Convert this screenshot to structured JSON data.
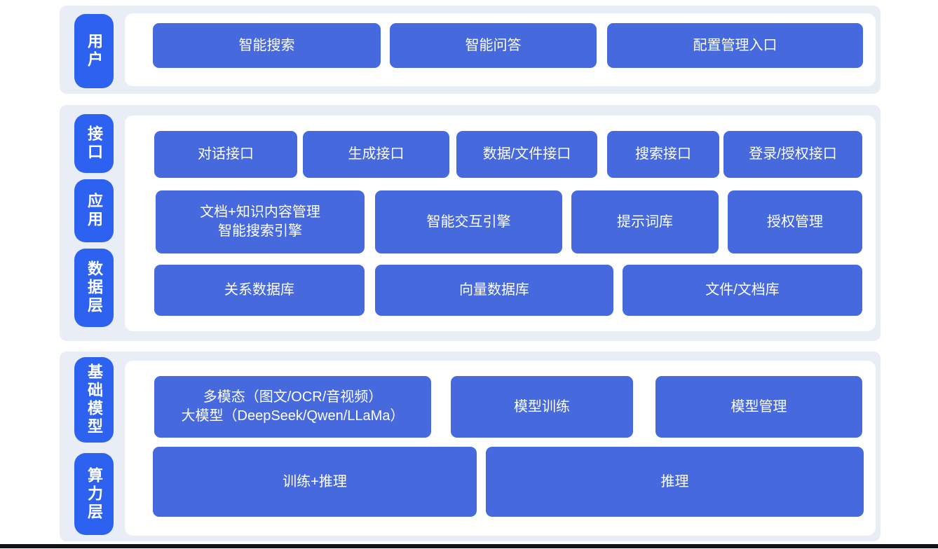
{
  "colors": {
    "band_bg": "#e9eef6",
    "panel_bg": "#ffffff",
    "label_blue": "#2d62f1",
    "box_blue": "#4669de",
    "text_white": "#ffffff",
    "footer_bar": "#0f1115"
  },
  "diagram": {
    "sections": [
      {
        "name": "user-layer",
        "labels": [
          {
            "text": "用户"
          }
        ],
        "rows": [
          [
            {
              "text": "智能搜索"
            },
            {
              "text": "智能问答"
            },
            {
              "text": "配置管理入口"
            }
          ]
        ]
      },
      {
        "name": "interface-application-data-layer",
        "labels": [
          {
            "text": "接口"
          },
          {
            "text": "应用"
          },
          {
            "text": "数据层"
          }
        ],
        "rows": [
          [
            {
              "text": "对话接口"
            },
            {
              "text": "生成接口"
            },
            {
              "text": "数据/文件接口"
            },
            {
              "text": "搜索接口"
            },
            {
              "text": "登录/授权接口"
            }
          ],
          [
            {
              "text": "文档+知识内容管理\n智能搜索引擎"
            },
            {
              "text": "智能交互引擎"
            },
            {
              "text": "提示词库"
            },
            {
              "text": "授权管理"
            }
          ],
          [
            {
              "text": "关系数据库"
            },
            {
              "text": "向量数据库"
            },
            {
              "text": "文件/文档库"
            }
          ]
        ]
      },
      {
        "name": "foundation-model-compute-layer",
        "labels": [
          {
            "text": "基础模型"
          },
          {
            "text": "算力层"
          }
        ],
        "rows": [
          [
            {
              "text": "多模态（图文/OCR/音视频）\n大模型（DeepSeek/Qwen/LLaMa）"
            },
            {
              "text": "模型训练"
            },
            {
              "text": "模型管理"
            }
          ],
          [
            {
              "text": "训练+推理"
            },
            {
              "text": "推理"
            }
          ]
        ]
      }
    ]
  }
}
